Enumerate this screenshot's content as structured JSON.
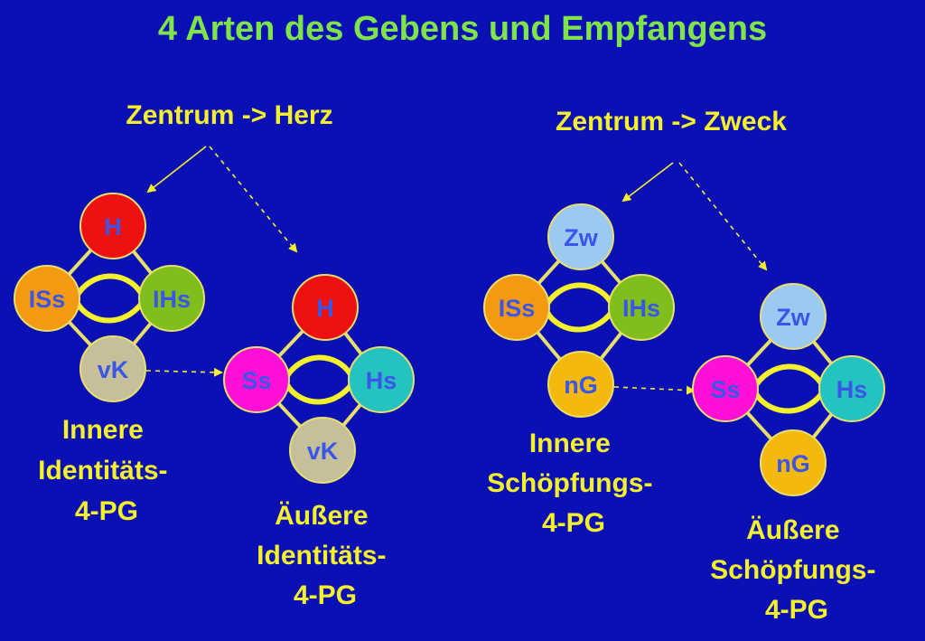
{
  "title": "4 Arten des Gebens und Empfangens",
  "headings": {
    "left": "Zentrum -> Herz",
    "right": "Zentrum -> Zweck"
  },
  "captions": {
    "inner_identity": [
      "Innere",
      "Identitäts-",
      "4-PG"
    ],
    "outer_identity": [
      "Äußere",
      "Identitäts-",
      "4-PG"
    ],
    "inner_creation": [
      "Innere",
      "Schöpfungs-",
      "4-PG"
    ],
    "outer_creation": [
      "Äußere",
      "Schöpfungs-",
      "4-PG"
    ]
  },
  "colors": {
    "background": "#0a10b4",
    "title": "#7fe34a",
    "text_yellow": "#f4f02a",
    "line": "#e8e06a",
    "node_red": "#ee1111",
    "node_orange": "#f49a12",
    "node_green": "#7fbe1c",
    "node_tan": "#c5c09a",
    "node_magenta": "#ff10d8",
    "node_teal": "#25c3c0",
    "node_lightblue": "#9cc9f2",
    "node_gold": "#f4b90e",
    "label_blue": "#3a55e8"
  },
  "diagrams": {
    "inner_identity": {
      "top": {
        "label": "H",
        "color": "#ee1111"
      },
      "left": {
        "label": "ISs",
        "color": "#f49a12"
      },
      "right": {
        "label": "IHs",
        "color": "#7fbe1c"
      },
      "bottom": {
        "label": "vK",
        "color": "#c5c09a"
      }
    },
    "outer_identity": {
      "top": {
        "label": "H",
        "color": "#ee1111"
      },
      "left": {
        "label": "Ss",
        "color": "#ff10d8"
      },
      "right": {
        "label": "Hs",
        "color": "#25c3c0"
      },
      "bottom": {
        "label": "vK",
        "color": "#c5c09a"
      }
    },
    "inner_creation": {
      "top": {
        "label": "Zw",
        "color": "#9cc9f2"
      },
      "left": {
        "label": "ISs",
        "color": "#f49a12"
      },
      "right": {
        "label": "IHs",
        "color": "#7fbe1c"
      },
      "bottom": {
        "label": "nG",
        "color": "#f4b90e"
      }
    },
    "outer_creation": {
      "top": {
        "label": "Zw",
        "color": "#9cc9f2"
      },
      "left": {
        "label": "Ss",
        "color": "#ff10d8"
      },
      "right": {
        "label": "Hs",
        "color": "#25c3c0"
      },
      "bottom": {
        "label": "nG",
        "color": "#f4b90e"
      }
    }
  }
}
